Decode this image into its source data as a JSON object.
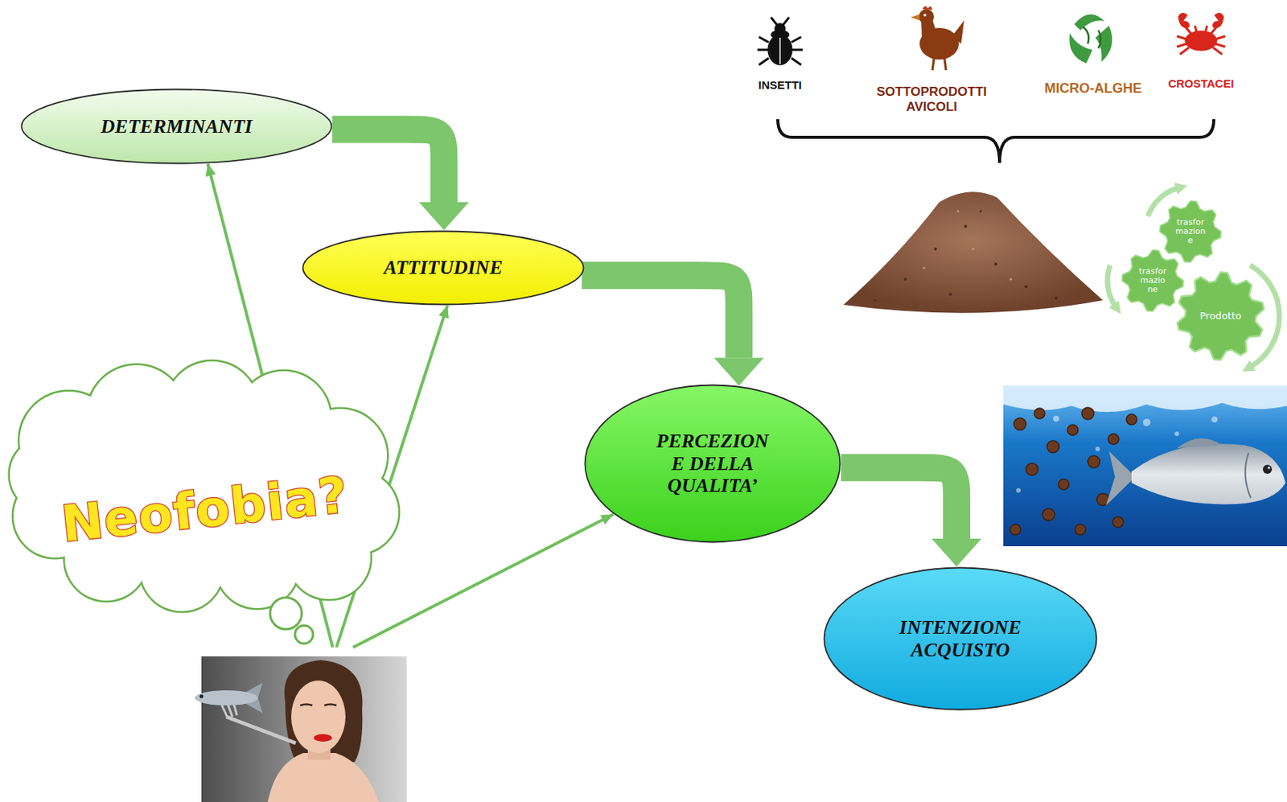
{
  "diagram": {
    "nodes": [
      {
        "text": [
          "DETERMINANTI"
        ]
      },
      {
        "text": [
          "ATTITUDINE"
        ]
      },
      {
        "text": [
          "PERCEZION E DELLA QUALITA’"
        ]
      },
      {
        "text": [
          "INTENZIONE ACQUISTO"
        ]
      },
      {
        "text": [
          "Neofobia?"
        ]
      },
      {
        "text": [
          "trasfor mazion e"
        ]
      },
      {
        "text": [
          "trasfor mazio ne"
        ]
      },
      {
        "text": [
          "Prodotto"
        ]
      }
    ],
    "edges": [
      {
        "from": 0,
        "to": 1,
        "arrow": "to"
      },
      {
        "from": 1,
        "to": 2,
        "arrow": "to"
      },
      {
        "from": 2,
        "to": 3,
        "arrow": "to"
      },
      {
        "from": 4,
        "to": 0,
        "arrow": "to"
      },
      {
        "from": 4,
        "to": 1,
        "arrow": "to"
      },
      {
        "from": 4,
        "to": 2,
        "arrow": "to"
      }
    ],
    "labels": [
      "INSETTI",
      "SOTTOPRODOTTI AVICOLI",
      "MICRO-ALGHE",
      "CROSTACEI"
    ]
  }
}
